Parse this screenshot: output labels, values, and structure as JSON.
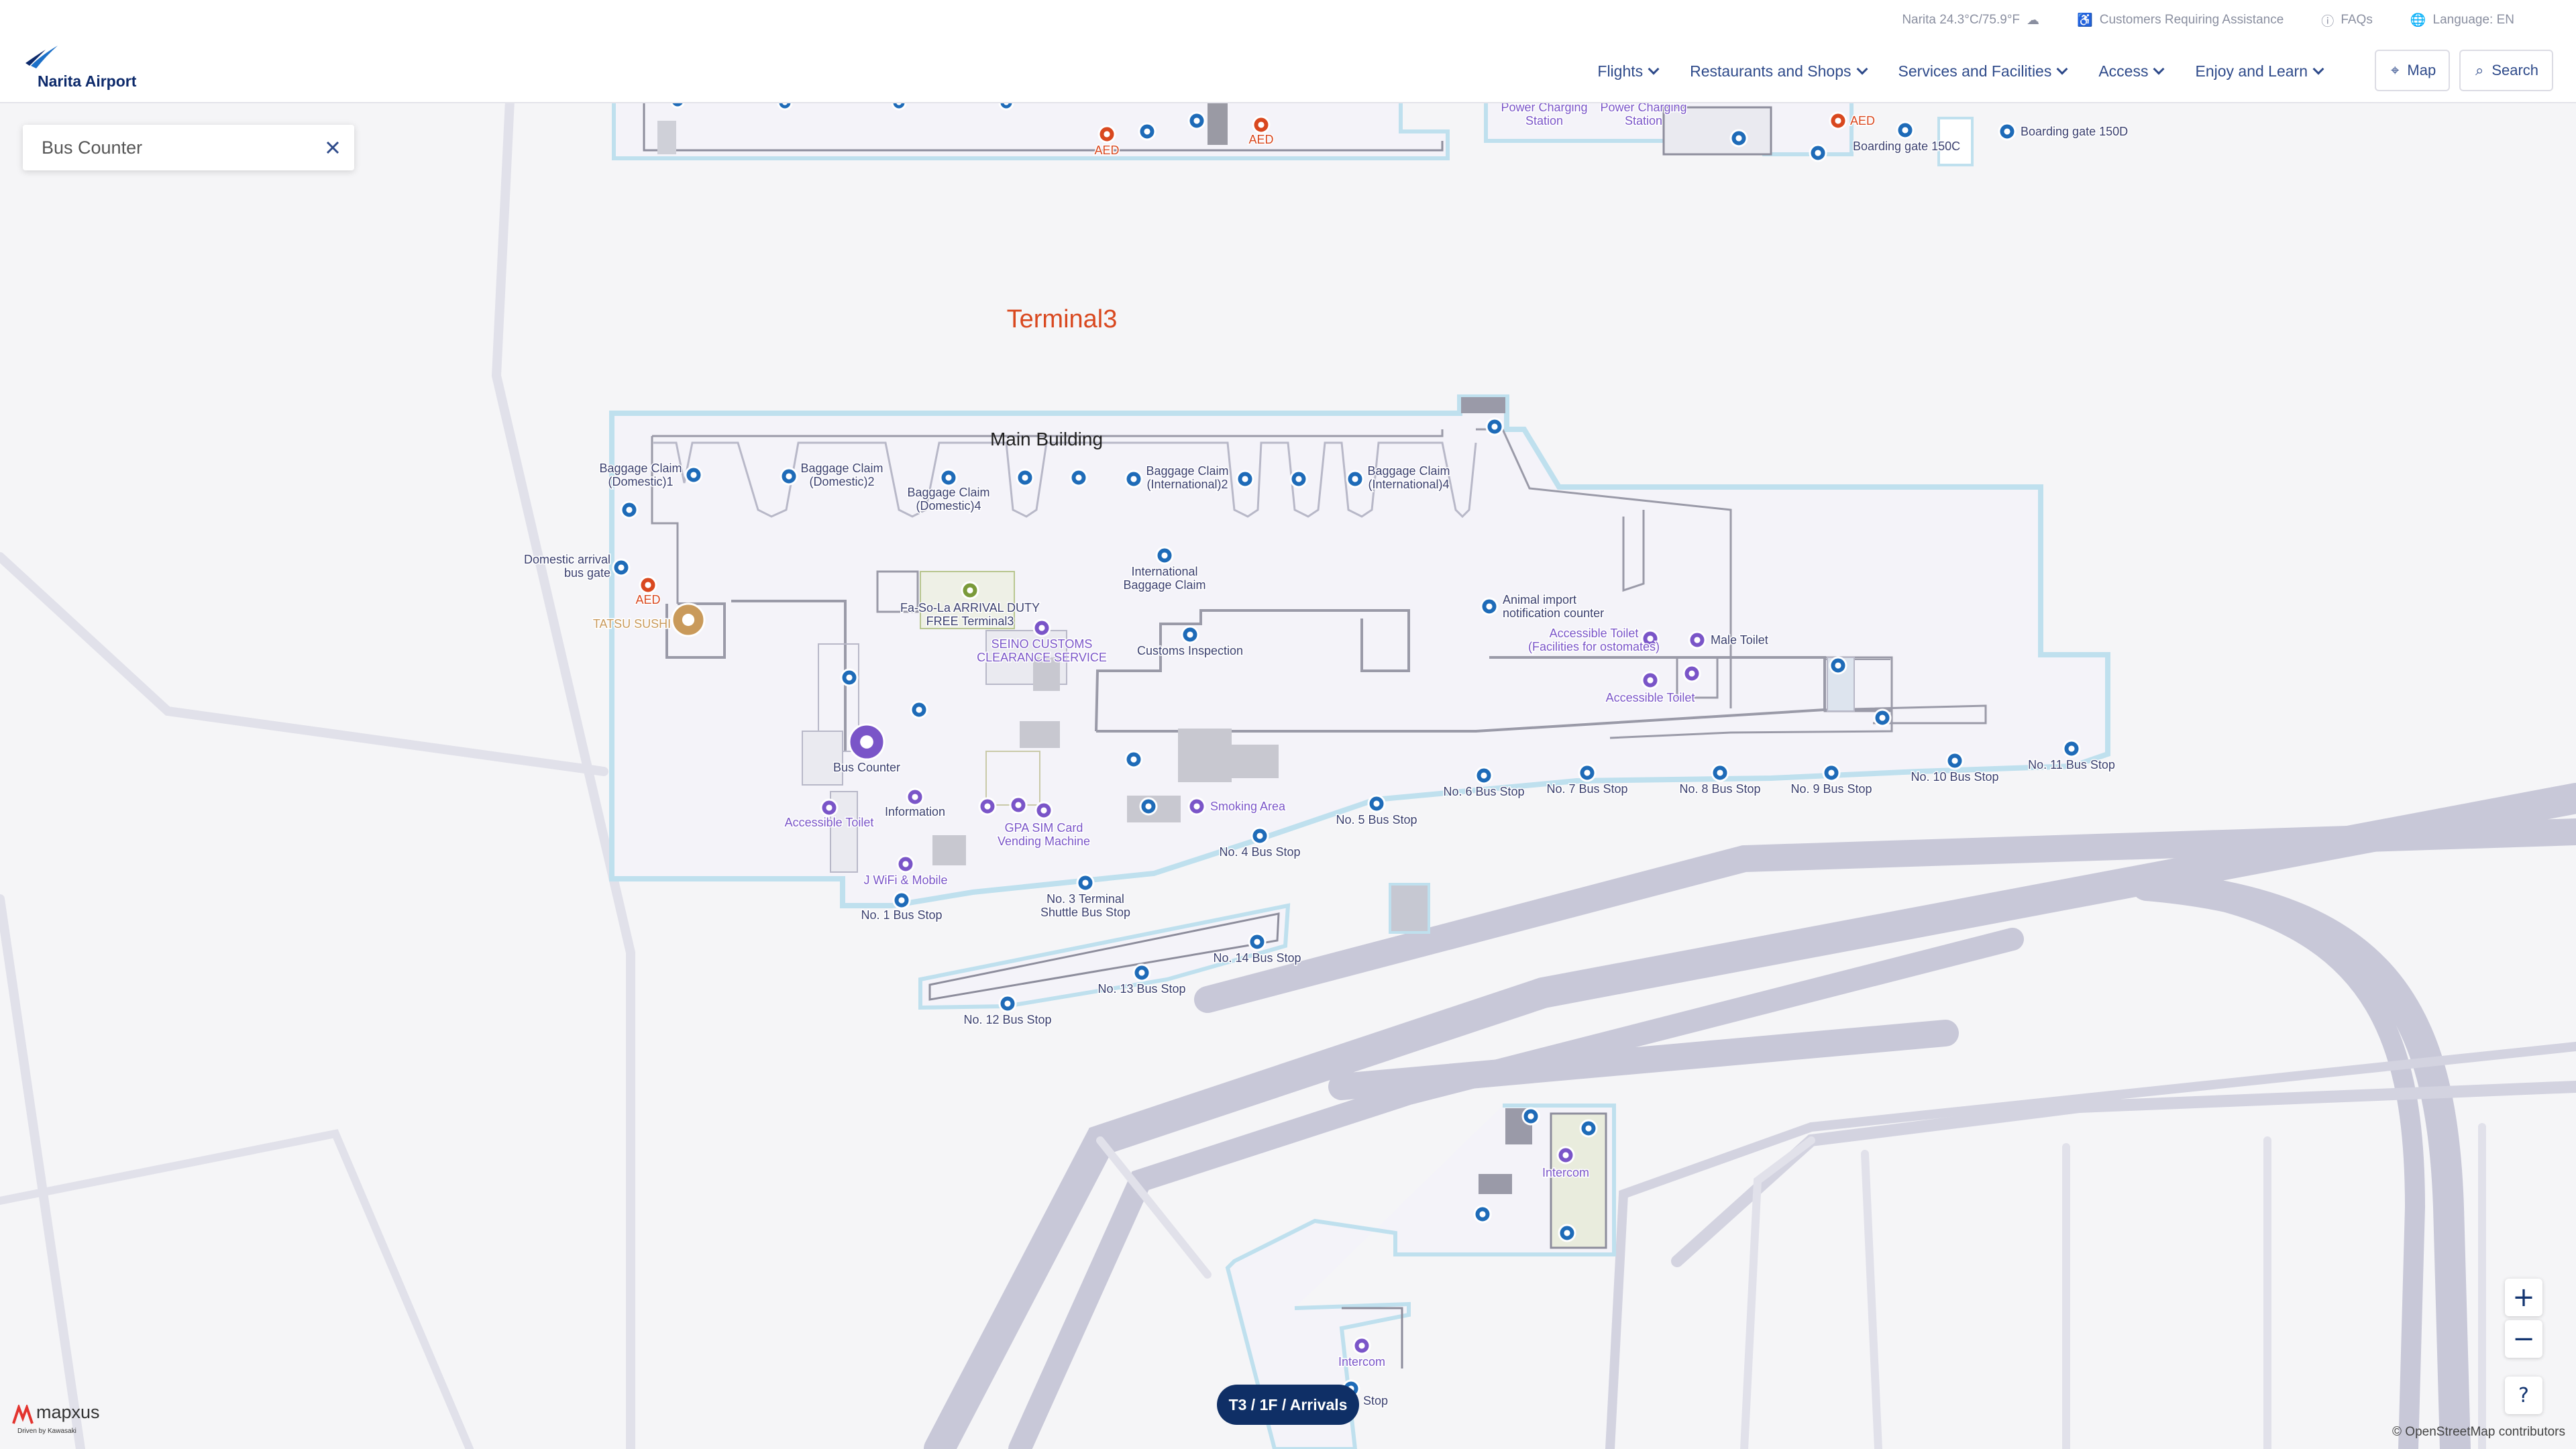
{
  "header": {
    "logo_text": "Narita Airport",
    "weather": "Narita 24.3°C/75.9°F",
    "assistance": "Customers Requiring Assistance",
    "faqs": "FAQs",
    "language": "Language: EN",
    "nav": [
      "Flights",
      "Restaurants and Shops",
      "Services and Facilities",
      "Access",
      "Enjoy and Learn"
    ],
    "map_button": "Map",
    "search_button": "Search"
  },
  "search": {
    "value": "Bus Counter"
  },
  "map": {
    "terminal_label": "Terminal3",
    "building_label": "Main Building",
    "floor": "T3 / 1F / Arrivals",
    "attribution": "© OpenStreetMap contributors",
    "brand": "mapxus",
    "brand_sub": "Driven by Kawasaki",
    "colors": {
      "building_fill": "#f4f3f9",
      "building_outline": "#bfe0ee",
      "road": "#c6c6d8",
      "poi_blue": "#1e6bb8",
      "poi_purple": "#7a55c8",
      "aed_red": "#d9481f",
      "terminal_label": "#d9481f",
      "restaurant": "#c99a5b"
    },
    "labels": {
      "power_charging": "Power Charging Station",
      "aed": "AED",
      "boarding_150c": "Boarding gate 150C",
      "boarding_150d": "Boarding gate 150D",
      "bc_dom1": "Baggage Claim (Domestic)1",
      "bc_dom2": "Baggage Claim (Domestic)2",
      "bc_dom4": "Baggage Claim (Domestic)4",
      "bc_int2": "Baggage Claim (International)2",
      "bc_int4": "Baggage Claim (International)4",
      "dom_bus_gate": "Domestic arrival bus gate",
      "tatsu_sushi": "TATSU SUSHI",
      "fasola": "Fa-So-La ARRIVAL DUTY FREE Terminal3",
      "intl_baggage": "International Baggage Claim",
      "seino": "SEINO CUSTOMS CLEARANCE SERVICE",
      "customs": "Customs Inspection",
      "animal": "Animal import notification counter",
      "acc_toilet_ostomates": "Accessible Toilet (Facilities for ostomates)",
      "male_toilet": "Male Toilet",
      "accessible_toilet": "Accessible Toilet",
      "bus_counter": "Bus Counter",
      "information": "Information",
      "smoking": "Smoking Area",
      "gpa_sim": "GPA SIM Card Vending Machine",
      "wifi": "J WiFi & Mobile",
      "bus1": "No. 1 Bus Stop",
      "bus3": "No. 3 Terminal Shuttle Bus Stop",
      "bus4": "No. 4 Bus Stop",
      "bus5": "No. 5 Bus Stop",
      "bus6": "No. 6 Bus Stop",
      "bus7": "No. 7 Bus Stop",
      "bus8": "No. 8 Bus Stop",
      "bus9": "No. 9 Bus Stop",
      "bus10": "No. 10 Bus Stop",
      "bus11": "No. 11 Bus Stop",
      "bus12": "No. 12 Bus Stop",
      "bus13": "No. 13 Bus Stop",
      "bus14": "No. 14 Bus Stop",
      "intercom": "Intercom",
      "stop": "Stop"
    }
  }
}
